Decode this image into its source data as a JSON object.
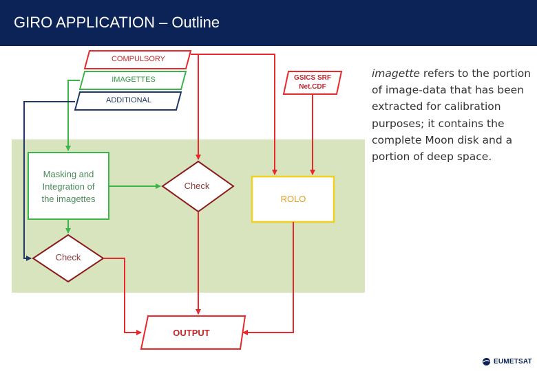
{
  "slide": {
    "title": "GIRO APPLICATION – Outline"
  },
  "diagram": {
    "compulsory": "COMPULSORY",
    "imagettes": "IMAGETTES",
    "additional": "ADDITIONAL",
    "gsics_line1": "GSICS SRF",
    "gsics_line2": "Net.CDF",
    "masking_line1": "Masking and",
    "masking_line2": "Integration of",
    "masking_line3": "the imagettes",
    "check_center": "Check",
    "check_left": "Check",
    "rolo": "ROLO",
    "output": "OUTPUT"
  },
  "note": {
    "term": "imagette",
    "text": " refers to the portion of image-data that has been extracted for calibration purposes; it contains the complete Moon disk and a portion of deep space."
  },
  "logo": {
    "text": "EUMETSAT"
  },
  "colors": {
    "header_bg": "#0b2357",
    "band": "#d7e4bd",
    "red": "#e8282b",
    "green": "#3bb54a",
    "navy": "#1f3864",
    "dark_red": "#8b1a1a",
    "yellow": "#f0d020"
  }
}
